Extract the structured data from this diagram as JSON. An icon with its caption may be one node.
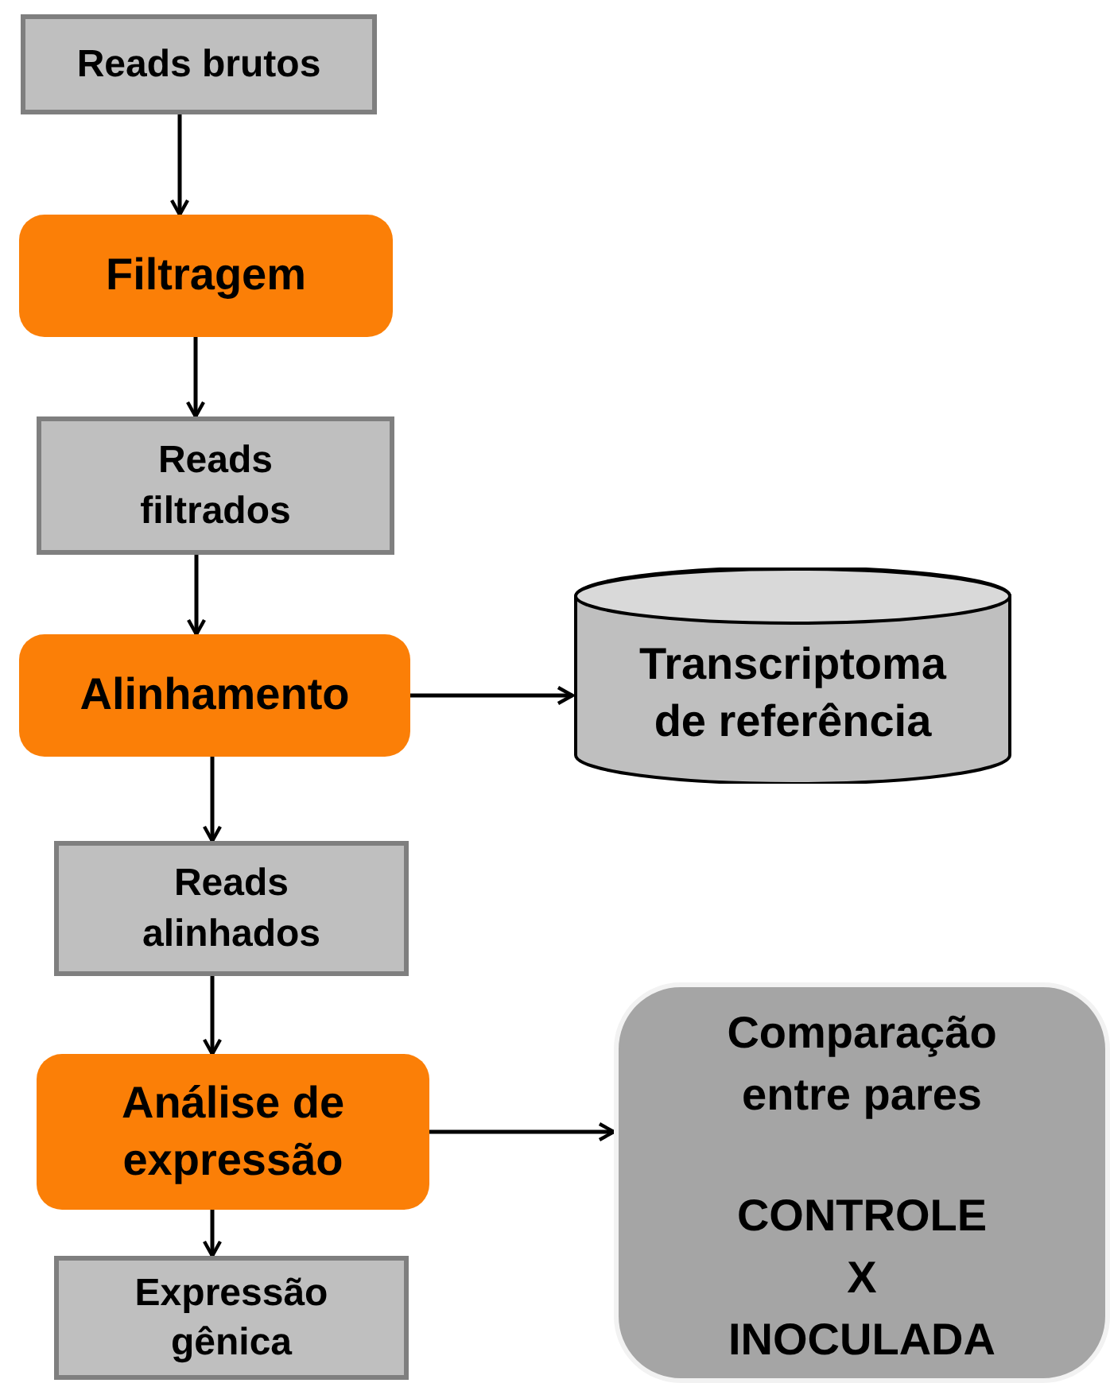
{
  "diagram": {
    "nodes": [
      {
        "text": [
          "Reads brutos"
        ]
      },
      {
        "text": [
          "Filtragem"
        ]
      },
      {
        "text": [
          "Reads filtrados"
        ]
      },
      {
        "text": [
          "Alinhamento"
        ]
      },
      {
        "text": [
          "Transcriptoma de referência"
        ]
      },
      {
        "text": [
          "Reads alinhados"
        ]
      },
      {
        "text": [
          "Análise de expressão"
        ]
      },
      {
        "text": [
          "Comparação entre pares",
          "CONTROLE X INOCULADA"
        ]
      },
      {
        "text": [
          "Expressão gênica"
        ]
      }
    ],
    "edges": [
      {
        "from": 0,
        "to": 1,
        "arrow": "to"
      },
      {
        "from": 1,
        "to": 2,
        "arrow": "to"
      },
      {
        "from": 2,
        "to": 3,
        "arrow": "to"
      },
      {
        "from": 3,
        "to": 4,
        "arrow": "to"
      },
      {
        "from": 3,
        "to": 5,
        "arrow": "to"
      },
      {
        "from": 5,
        "to": 6,
        "arrow": "to"
      },
      {
        "from": 6,
        "to": 7,
        "arrow": "to"
      },
      {
        "from": 6,
        "to": 8,
        "arrow": "to"
      }
    ]
  }
}
